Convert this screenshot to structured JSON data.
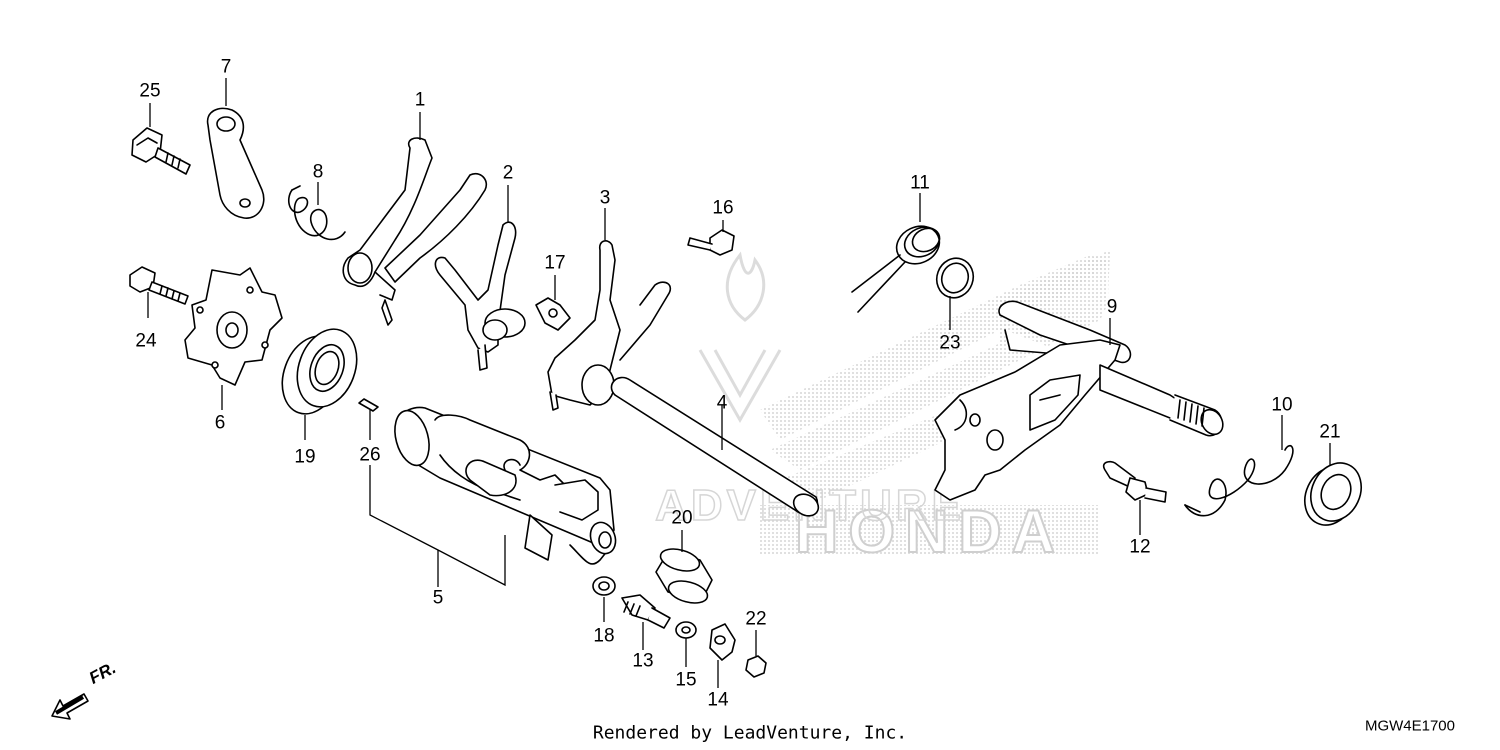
{
  "diagram": {
    "part_callouts": [
      "1",
      "2",
      "3",
      "4",
      "5",
      "6",
      "7",
      "8",
      "9",
      "10",
      "11",
      "12",
      "13",
      "14",
      "15",
      "16",
      "17",
      "18",
      "19",
      "20",
      "21",
      "22",
      "23",
      "24",
      "25",
      "26"
    ],
    "direction_label": "FR.",
    "footer_text": "Rendered by LeadVenture, Inc.",
    "diagram_code": "MGW4E1700",
    "watermark": {
      "brand_text": "HONDA",
      "overlay_text": "ADVENTURE"
    },
    "colors": {
      "line": "#000000",
      "fill": "#ffffff",
      "watermark": "#c8c8c8"
    }
  }
}
